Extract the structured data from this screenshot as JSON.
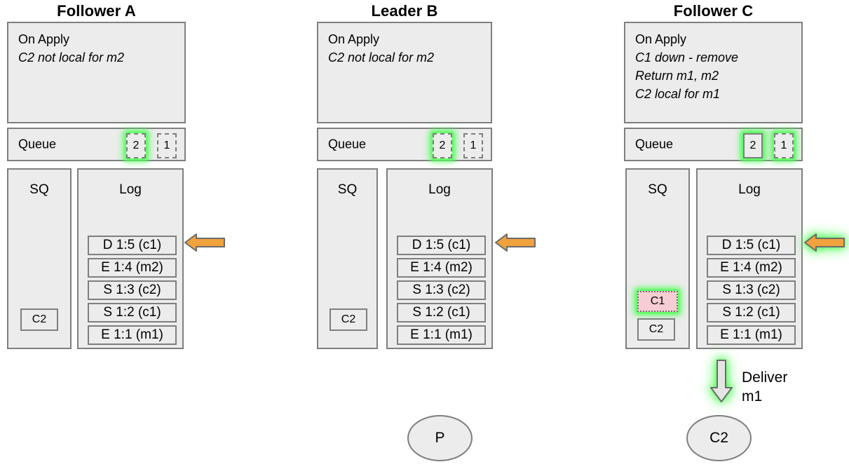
{
  "diagram": {
    "title_bar_colors": {
      "panel_fill": "#ececec",
      "panel_stroke": "#7f7f7f",
      "arrow_orange": "#f0a23c",
      "arrow_grey": "#e4e4e4",
      "glow_green": "#4dff55",
      "pending_pink": "#f7cdd4"
    },
    "columns": [
      {
        "title": "Follower A",
        "on_apply": {
          "heading": "On Apply",
          "lines": [
            "C2 not local for m2"
          ]
        },
        "queue": {
          "label": "Queue",
          "slots": [
            {
              "value": "2",
              "border": "dashed",
              "glow": true
            },
            {
              "value": "1",
              "border": "dashed",
              "glow": false
            }
          ]
        },
        "sq": {
          "title": "SQ",
          "items": [
            {
              "value": "C2",
              "style": "normal",
              "glow": false
            }
          ]
        },
        "log": {
          "title": "Log",
          "entries": [
            "D 1:5 (c1)",
            "E 1:4 (m2)",
            "S 1:3 (c2)",
            "S 1:2 (c1)",
            "E 1:1 (m1)"
          ]
        },
        "arrow": {
          "direction": "left",
          "color": "orange",
          "glow": false
        },
        "deliver": null,
        "node": null
      },
      {
        "title": "Leader B",
        "on_apply": {
          "heading": "On Apply",
          "lines": [
            "C2 not local for m2"
          ]
        },
        "queue": {
          "label": "Queue",
          "slots": [
            {
              "value": "2",
              "border": "dashed",
              "glow": true
            },
            {
              "value": "1",
              "border": "dashed",
              "glow": false
            }
          ]
        },
        "sq": {
          "title": "SQ",
          "items": [
            {
              "value": "C2",
              "style": "normal",
              "glow": false
            }
          ]
        },
        "log": {
          "title": "Log",
          "entries": [
            "D 1:5 (c1)",
            "E 1:4 (m2)",
            "S 1:3 (c2)",
            "S 1:2 (c1)",
            "E 1:1 (m1)"
          ]
        },
        "arrow": {
          "direction": "left",
          "color": "orange",
          "glow": false
        },
        "deliver": null,
        "node": {
          "label": "P"
        }
      },
      {
        "title": "Follower C",
        "on_apply": {
          "heading": "On Apply",
          "lines": [
            "C1 down - remove",
            "Return m1, m2",
            "C2 local for m1"
          ]
        },
        "queue": {
          "label": "Queue",
          "slots": [
            {
              "value": "2",
              "border": "solid",
              "glow": true
            },
            {
              "value": "1",
              "border": "dashed",
              "glow": true
            }
          ]
        },
        "sq": {
          "title": "SQ",
          "items": [
            {
              "value": "C1",
              "style": "pink",
              "glow": true
            },
            {
              "value": "C2",
              "style": "normal",
              "glow": false
            }
          ]
        },
        "log": {
          "title": "Log",
          "entries": [
            "D 1:5 (c1)",
            "E 1:4 (m2)",
            "S 1:3 (c2)",
            "S 1:2 (c1)",
            "E 1:1 (m1)"
          ]
        },
        "arrow": {
          "direction": "left",
          "color": "orange",
          "glow": true
        },
        "deliver": {
          "label_line1": "Deliver",
          "label_line2": "m1",
          "glow": true
        },
        "node": {
          "label": "C2"
        }
      }
    ]
  }
}
